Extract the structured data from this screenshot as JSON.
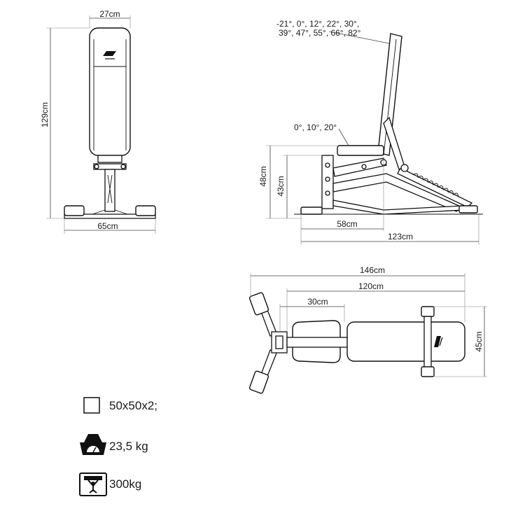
{
  "front_view": {
    "width_top": "27cm",
    "height": "129cm",
    "base_width": "65cm"
  },
  "side_view": {
    "backrest_angles_line1": "-21°, 0°, 12°, 22°, 30°,",
    "backrest_angles_line2": "39°, 47°, 55°, 66°, 82°",
    "seat_angles": "0°, 10°, 20°",
    "height_48": "48cm",
    "height_43": "43cm",
    "length_58": "58cm",
    "length_123": "123cm"
  },
  "top_view": {
    "length_146": "146cm",
    "length_120": "120cm",
    "length_30": "30cm",
    "width_45": "45cm"
  },
  "specs": [
    {
      "icon": "profile-square-icon",
      "value": "50x50x2;"
    },
    {
      "icon": "scale-weight-icon",
      "value": "23,5 kg"
    },
    {
      "icon": "max-load-icon",
      "value": "300kg"
    }
  ]
}
